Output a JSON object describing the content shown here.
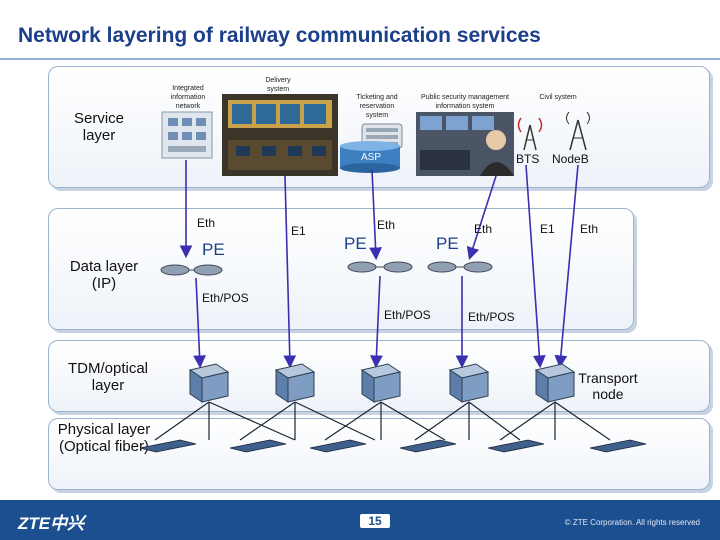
{
  "title": "Network layering of railway communication services",
  "layers": {
    "service": "Service layer",
    "data": "Data layer (IP)",
    "tdm": "TDM/optical layer",
    "physical": "Physical layer (Optical fiber)"
  },
  "service_items": {
    "integrated": "Integrated information network",
    "delivery": "Delivery system",
    "ticketing": "Ticketing and reservation system",
    "public_security": "Public security management information system",
    "civil": "Civil system",
    "asp": "ASP",
    "bts": "BTS",
    "nodeb": "NodeB"
  },
  "data_labels": {
    "eth_1": "Eth",
    "pe_1": "PE",
    "e1_1": "E1",
    "eth_2": "Eth",
    "pe_2": "PE",
    "pe_3": "PE",
    "eth_3": "Eth",
    "e1_2": "E1",
    "eth_4": "Eth",
    "ethpos_1": "Eth/POS",
    "ethpos_2": "Eth/POS",
    "ethpos_3": "Eth/POS"
  },
  "transport_node": "Transport node",
  "footer": {
    "logo": "ZTE中兴",
    "page": "15",
    "copyright": "© ZTE Corporation. All rights reserved"
  },
  "colors": {
    "title": "#1b3f8b",
    "arrow": "#3a2fb0",
    "footer": "#1c4f8f"
  }
}
